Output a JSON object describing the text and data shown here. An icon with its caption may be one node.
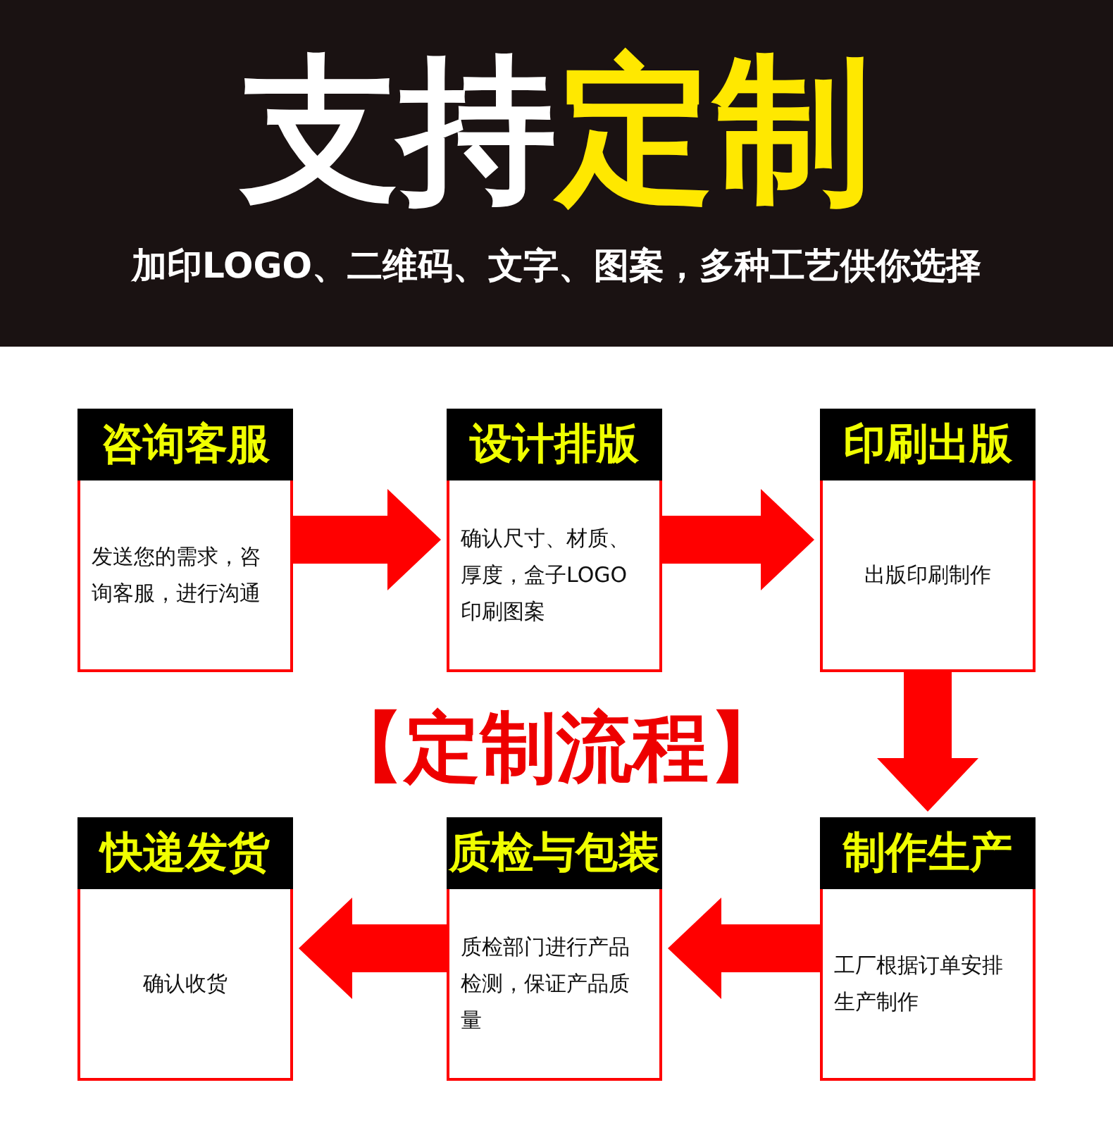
{
  "diagram": {
    "title": "支持定制",
    "nodes": [
      {
        "text": [
          "咨询客服",
          "发送您的需求，咨询客服，进行沟通"
        ]
      },
      {
        "text": [
          "设计排版",
          "确认尺寸、材质、厚度，盒子LOGO印刷图案"
        ]
      },
      {
        "text": [
          "印刷出版",
          "出版印刷制作"
        ]
      },
      {
        "text": [
          "快递发货",
          "确认收货"
        ]
      },
      {
        "text": [
          "质检与包装",
          "质检部门进行产品检测，保证产品质量"
        ]
      },
      {
        "text": [
          "制作生产",
          "工厂根据订单安排生产制作"
        ]
      }
    ],
    "edges": [
      {
        "from": 0,
        "to": 1,
        "arrow": "to"
      },
      {
        "from": 1,
        "to": 2,
        "arrow": "to"
      },
      {
        "from": 2,
        "to": 5,
        "arrow": "to"
      },
      {
        "from": 5,
        "to": 4,
        "arrow": "to"
      },
      {
        "from": 4,
        "to": 3,
        "arrow": "to"
      }
    ],
    "labels": [
      "加印LOGO、二维码、文字、图案，多种工艺供你选择",
      "【定制流程】"
    ]
  }
}
